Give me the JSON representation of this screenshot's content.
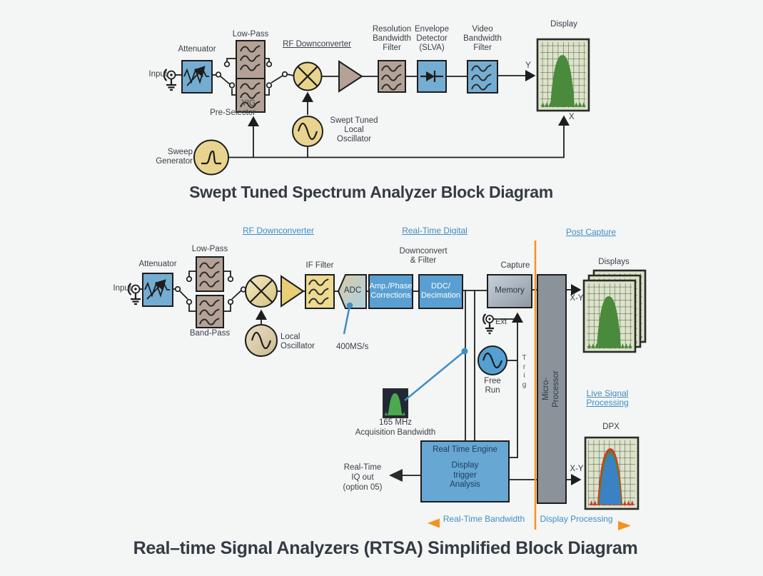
{
  "top": {
    "title": "Swept Tuned Spectrum Analyzer Block Diagram",
    "labels": {
      "input": "Input",
      "attenuator": "Attenuator",
      "low_pass": "Low-Pass",
      "yig_preselector": "YIG\nPre-Selector",
      "rf_downconverter": "RF Downconverter",
      "resolution_bw_filter": "Resolution\nBandwidth\nFilter",
      "envelope_detector": "Envelope\nDetector\n(SLVA)",
      "video_bw_filter": "Video\nBandwidth\nFilter",
      "display": "Display",
      "swept_lo": "Swept Tuned\nLocal\nOscillator",
      "sweep_generator": "Sweep\nGenerator",
      "y_axis": "Y",
      "x_axis": "X"
    }
  },
  "bottom": {
    "title": "Real–time Signal Analyzers (RTSA) Simplified Block Diagram",
    "headers": {
      "rf_downconverter": "RF Downconverter",
      "real_time_digital": "Real-Time Digital",
      "post_capture": "Post Capture",
      "live_signal_processing": "Live Signal\nProcessing"
    },
    "labels": {
      "input": "Input",
      "attenuator": "Attenuator",
      "low_pass": "Low-Pass",
      "band_pass": "Band-Pass",
      "local_oscillator": "Local\nOscillator",
      "if_filter": "IF Filter",
      "adc": "ADC",
      "sample_rate": "400MS/s",
      "amp_phase": "Amp./Phase\nCorrections",
      "ddc": "DDC/\nDecimation",
      "downconvert_filter": "Downconvert\n& Filter",
      "capture": "Capture",
      "memory": "Memory",
      "micro_processor": "Micro-\nProcessor",
      "displays": "Displays",
      "xy_top": "X-Y",
      "xy_bottom": "X-Y",
      "ext": "Ext",
      "trig": "T\nr\ni\ng",
      "free_run": "Free\nRun",
      "real_time_engine": "Real Time Engine",
      "engine_functions": "Display\ntrigger\nAnalysis",
      "iq_out": "Real-Time\nIQ out\n(option 05)",
      "acq_bw_value": "165 MHz",
      "acq_bw_label": "Acquisition Bandwidth",
      "dpx": "DPX",
      "real_time_bandwidth": "Real-Time Bandwidth",
      "display_processing": "Display Processing"
    }
  },
  "colors": {
    "header_blue": "#3e8ec5",
    "orange": "#f5921e",
    "filter_tan": "#b4a296",
    "oscillator_yellow": "#e8d48e",
    "block_blue": "#5a9fd2",
    "light_blue": "#74add2",
    "screen_bg_green": "#dce3c8",
    "trace_green": "#4a8a3c",
    "dpx_trace_blue": "#3b82c4",
    "dpx_trace_red": "#cf3a2c",
    "processor_gray": "#8a929a"
  }
}
